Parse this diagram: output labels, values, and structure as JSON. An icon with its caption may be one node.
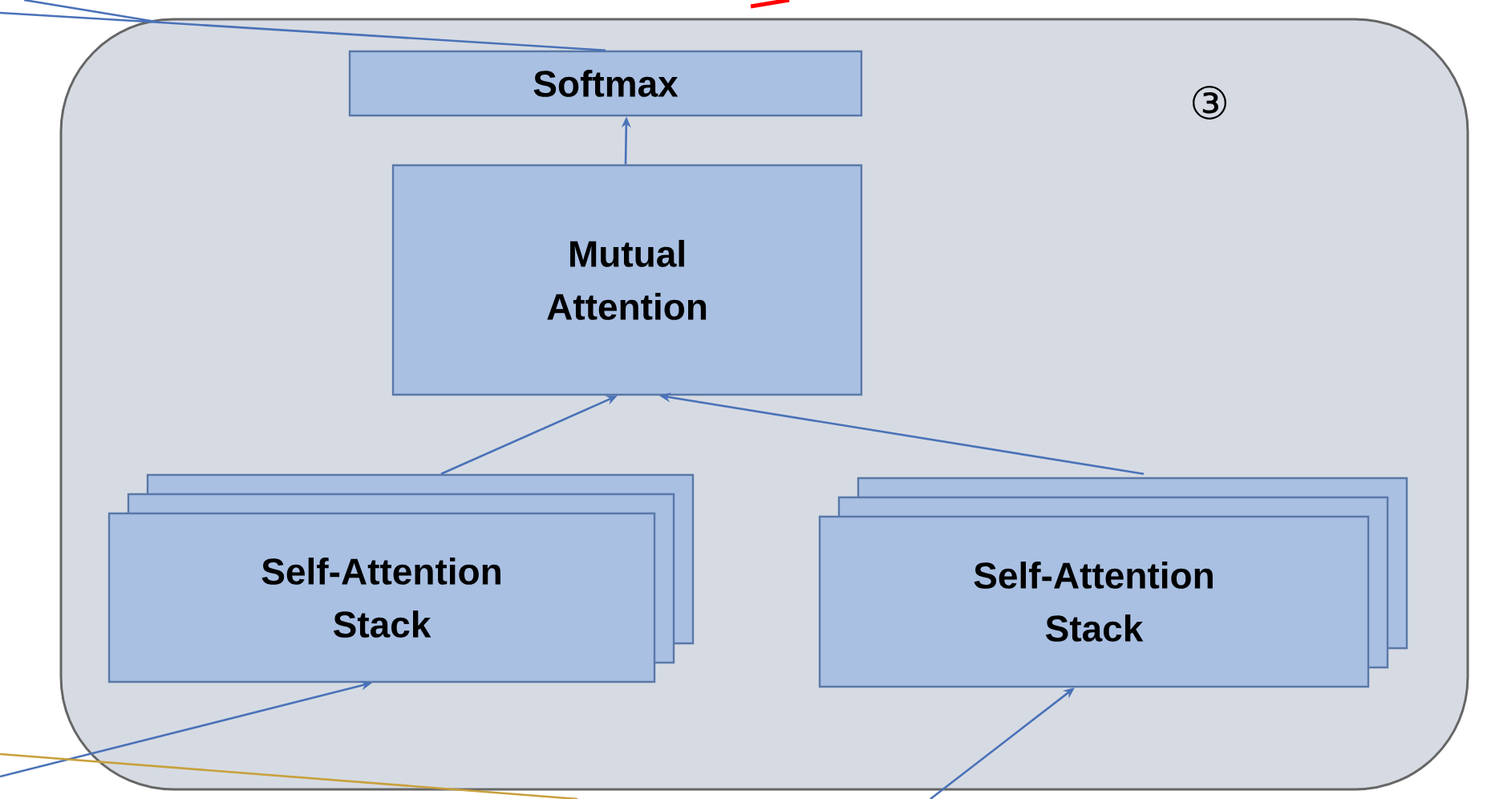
{
  "diagram": {
    "nodes": [
      {
        "text": [
          "③"
        ]
      },
      {
        "text": [
          "Softmax"
        ],
        "in": 0
      },
      {
        "text": [
          "Mutual Attention"
        ],
        "in": 0
      },
      {
        "text": [
          "Self-Attention Stack"
        ],
        "in": 0
      },
      {
        "text": [
          "Self-Attention Stack"
        ],
        "in": 0
      }
    ],
    "edges": [
      {
        "from": 2,
        "to": 1,
        "arrow": "to"
      },
      {
        "from": 3,
        "to": 2,
        "arrow": "to"
      },
      {
        "from": 4,
        "to": 2,
        "arrow": "to"
      },
      {
        "from": null,
        "to": 3,
        "arrow": "to"
      },
      {
        "from": null,
        "to": 4,
        "arrow": "to"
      },
      {
        "from": null,
        "to": 1,
        "arrow": "none"
      }
    ]
  }
}
